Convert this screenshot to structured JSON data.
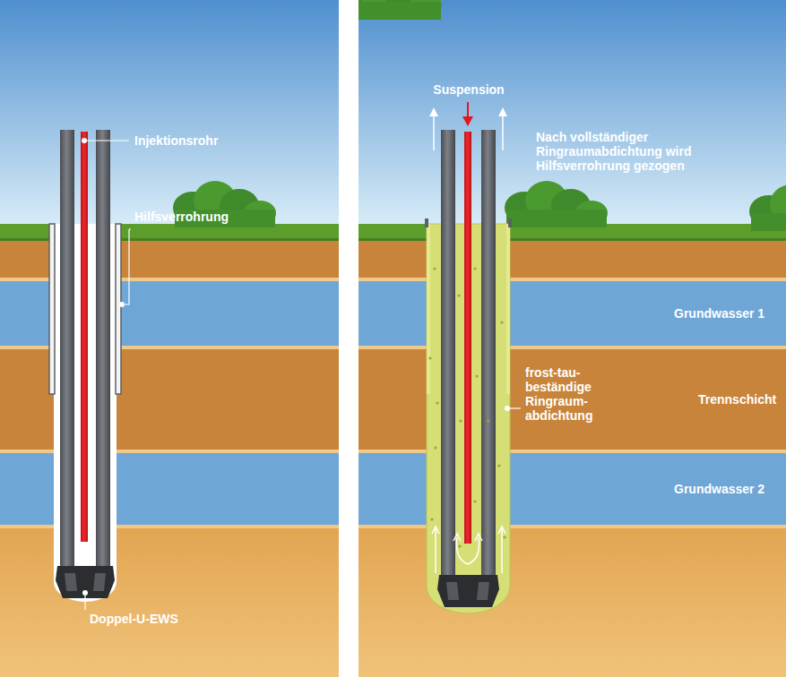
{
  "diagram": {
    "labels": [
      "Injektionsrohr",
      "Hilfsverrohrung",
      "Doppel-U-EWS",
      "Suspension",
      "Nach vollständiger Ringraumabdichtung wird Hilfsverrohrung gezogen",
      "Grundwasser 1",
      "frost-tau- beständige Ringraum- abdichtung",
      "Trennschicht",
      "Grundwasser 2"
    ]
  }
}
